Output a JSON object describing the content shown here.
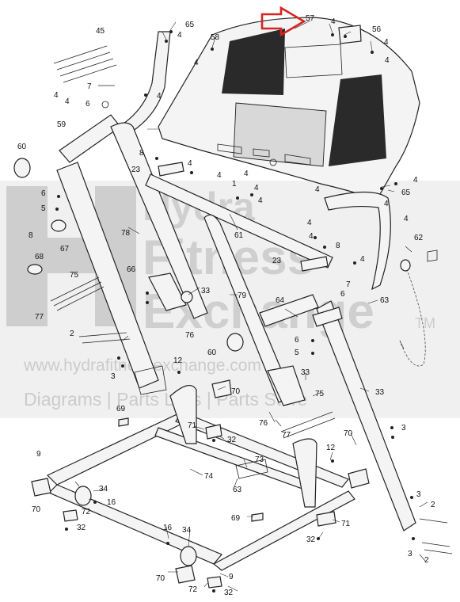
{
  "watermark": {
    "line1": "Hydra",
    "line2": "Fitness",
    "line3": "Exchange",
    "tm": "TM",
    "url": "www.hydrafitnessexchange.com",
    "tagline": "Diagrams | Parts Lists | Parts Store"
  },
  "accent_color": "#d6241e",
  "callouts": {
    "c2a": "2",
    "c2b": "2",
    "c2c": "2",
    "c3a": "3",
    "c3b": "3",
    "c3c": "3",
    "c3d": "3",
    "c4a": "4",
    "c4b": "4",
    "c4c": "4",
    "c4d": "4",
    "c4e": "4",
    "c4f": "4",
    "c4g": "4",
    "c4h": "4",
    "c4i": "4",
    "c4j": "4",
    "c4k": "4",
    "c4l": "4",
    "c4m": "4",
    "c4n": "4",
    "c4o": "4",
    "c4p": "4",
    "c4q": "4",
    "c4r": "4",
    "c4s": "4",
    "c4t": "4",
    "c5a": "5",
    "c5b": "5",
    "c6a": "6",
    "c6b": "6",
    "c6c": "6",
    "c6d": "6",
    "c7a": "7",
    "c7b": "7",
    "c8a": "8",
    "c8b": "8",
    "c8c": "8",
    "c9a": "9",
    "c9b": "9",
    "c12a": "12",
    "c12b": "12",
    "c16a": "16",
    "c16b": "16",
    "c23a": "23",
    "c23b": "23",
    "c32a": "32",
    "c32b": "32",
    "c32c": "32",
    "c32d": "32",
    "c33a": "33",
    "c33b": "33",
    "c33c": "33",
    "c34a": "34",
    "c34b": "34",
    "c45": "45",
    "c56": "56",
    "c57": "57",
    "c58": "58",
    "c59": "59",
    "c60a": "60",
    "c60b": "60",
    "c61": "61",
    "c62": "62",
    "c63a": "63",
    "c63b": "63",
    "c64": "64",
    "c65a": "65",
    "c65b": "65",
    "c66": "66",
    "c67": "67",
    "c68": "68",
    "c69a": "69",
    "c69b": "69",
    "c70a": "70",
    "c70b": "70",
    "c70c": "70",
    "c70d": "70",
    "c71a": "71",
    "c71b": "71",
    "c72a": "72",
    "c72b": "72",
    "c73": "73",
    "c74": "74",
    "c75a": "75",
    "c75b": "75",
    "c76a": "76",
    "c76b": "76",
    "c77a": "77",
    "c77b": "77",
    "c78": "78",
    "c79": "79",
    "c1": "1"
  }
}
